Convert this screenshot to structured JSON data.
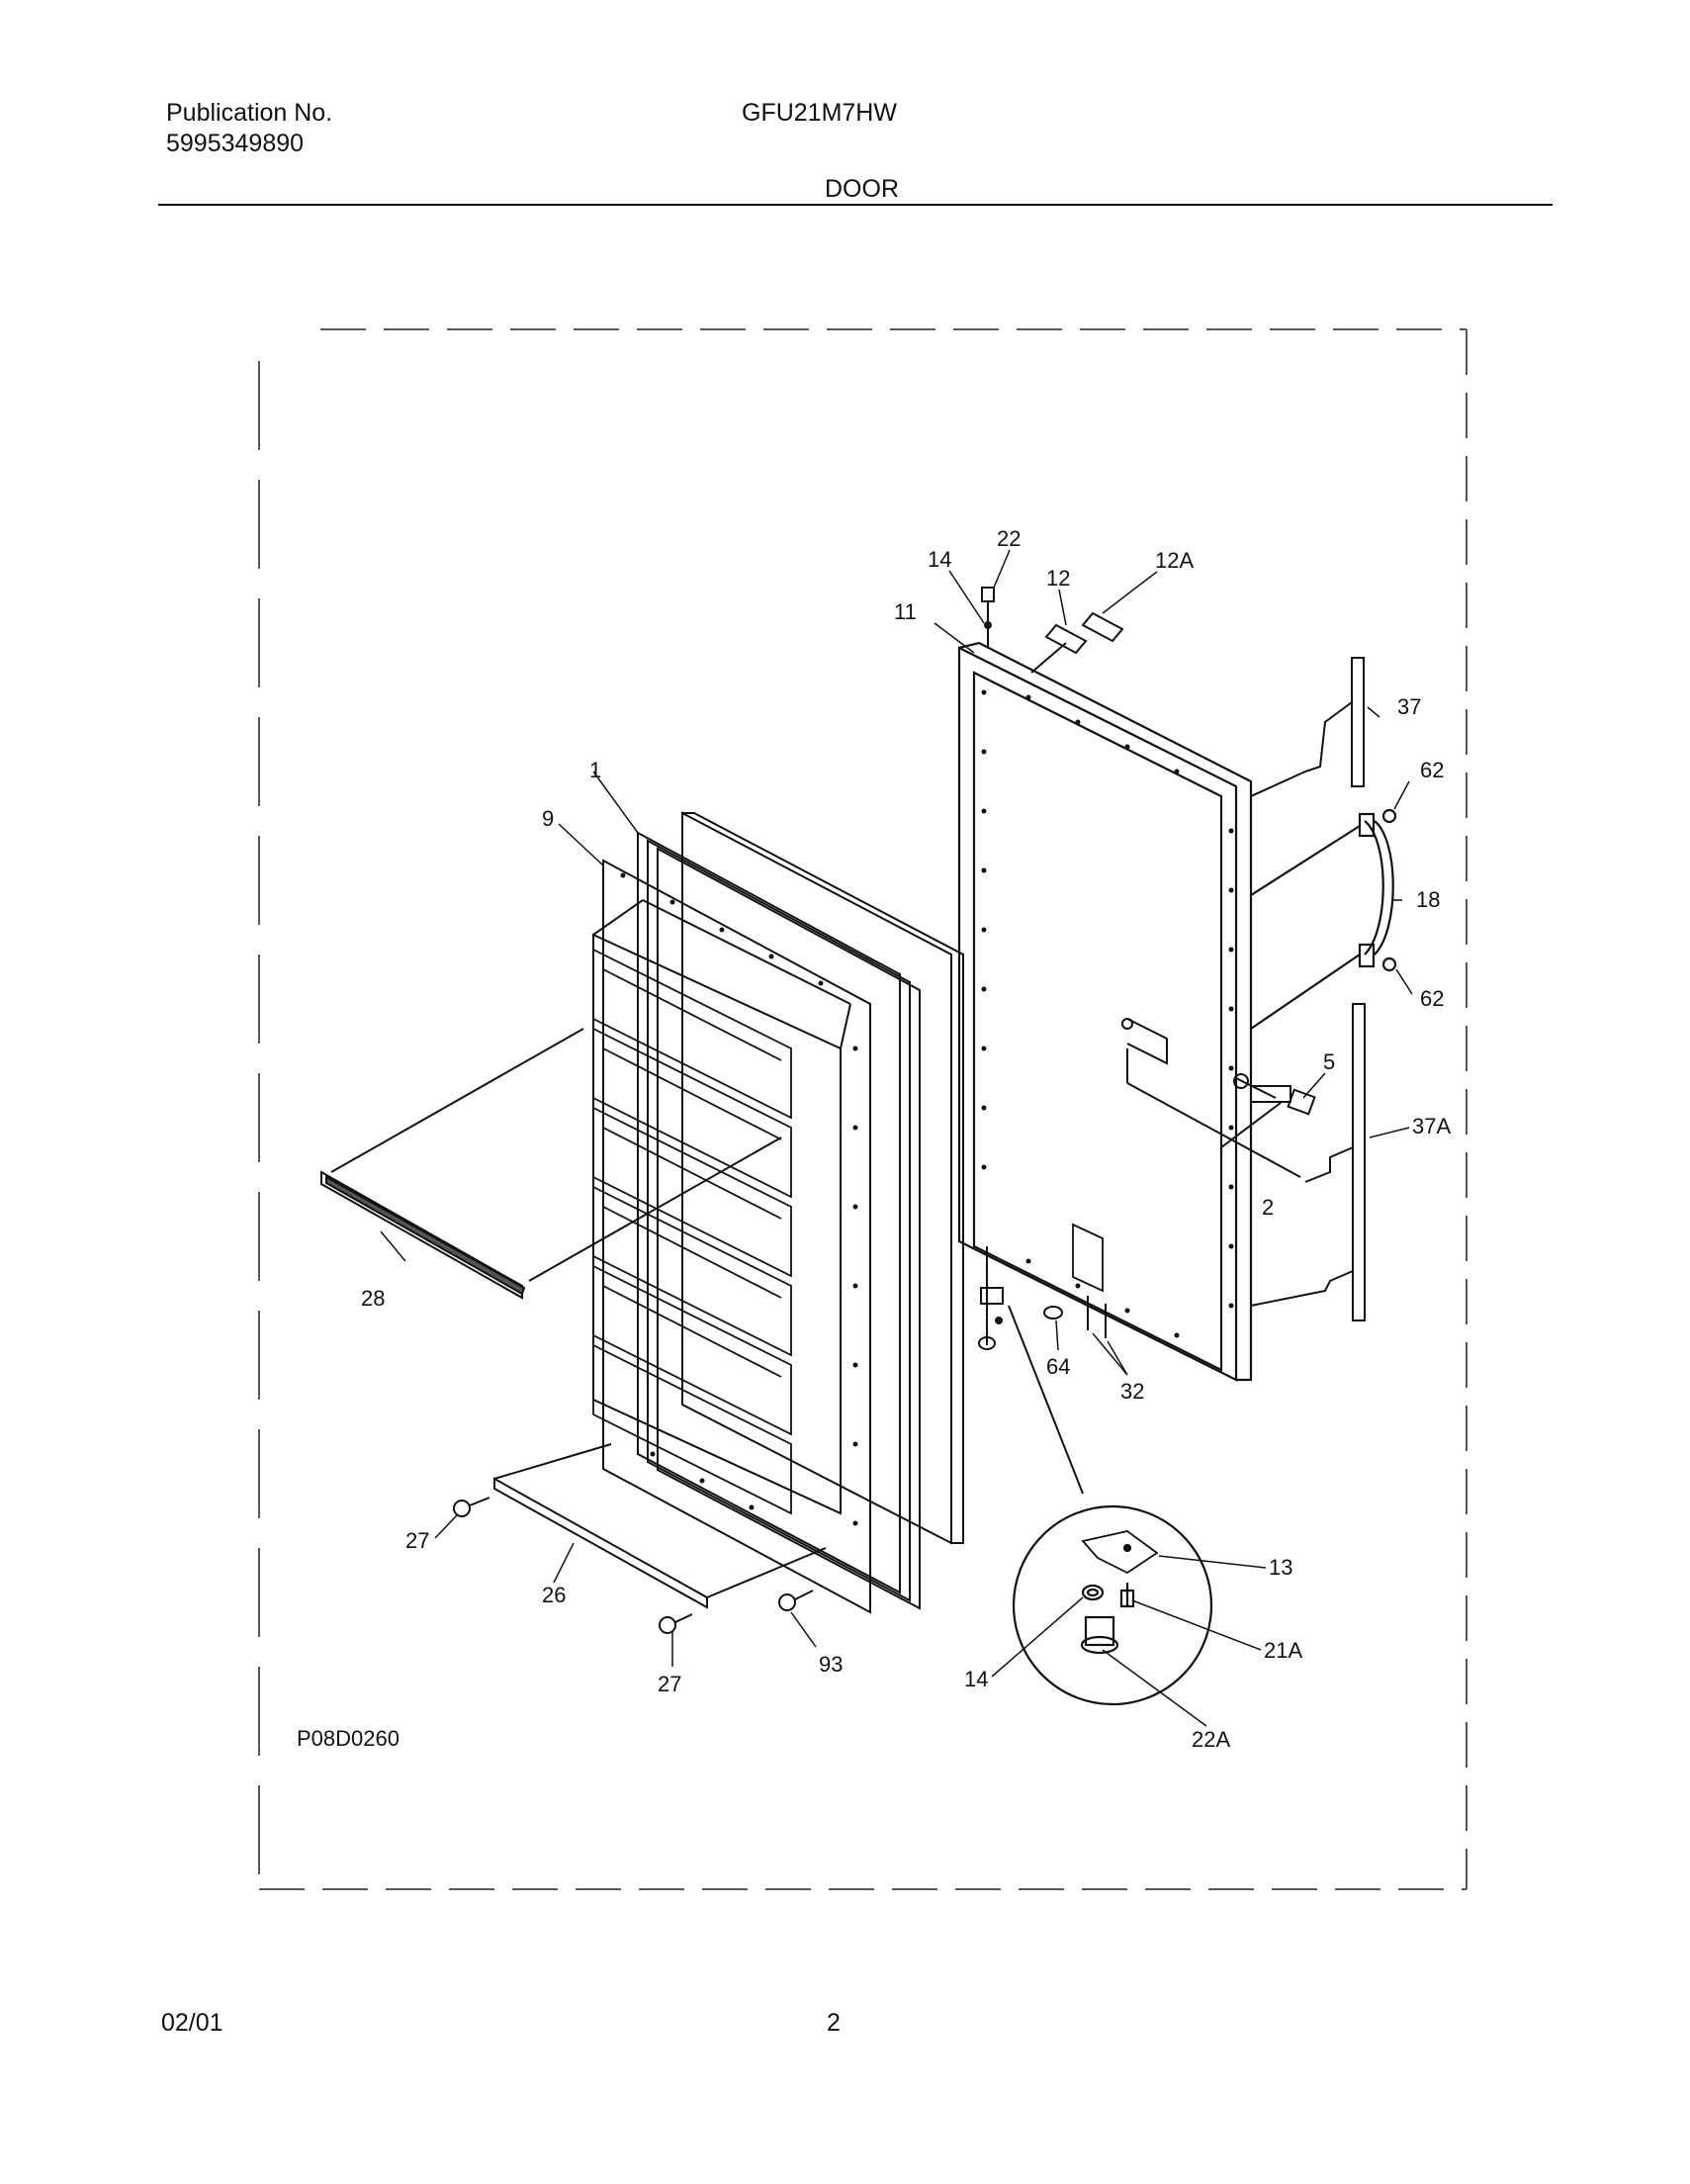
{
  "header": {
    "publication_label": "Publication No.",
    "publication_number": "5995349890",
    "model": "GFU21M7HW",
    "section": "DOOR"
  },
  "diagram": {
    "code": "P08D0260",
    "callouts": {
      "c1": "1",
      "c9": "9",
      "c28": "28",
      "c27a": "27",
      "c26": "26",
      "c27b": "27",
      "c93": "93",
      "c22": "22",
      "c14a": "14",
      "c12": "12",
      "c12A": "12A",
      "c11": "11",
      "c37": "37",
      "c62a": "62",
      "c18": "18",
      "c62b": "62",
      "c5": "5",
      "c37A": "37A",
      "c2": "2",
      "c64": "64",
      "c32": "32",
      "c13": "13",
      "c21A": "21A",
      "c14b": "14",
      "c22A": "22A"
    }
  },
  "footer": {
    "date": "02/01",
    "page": "2"
  }
}
